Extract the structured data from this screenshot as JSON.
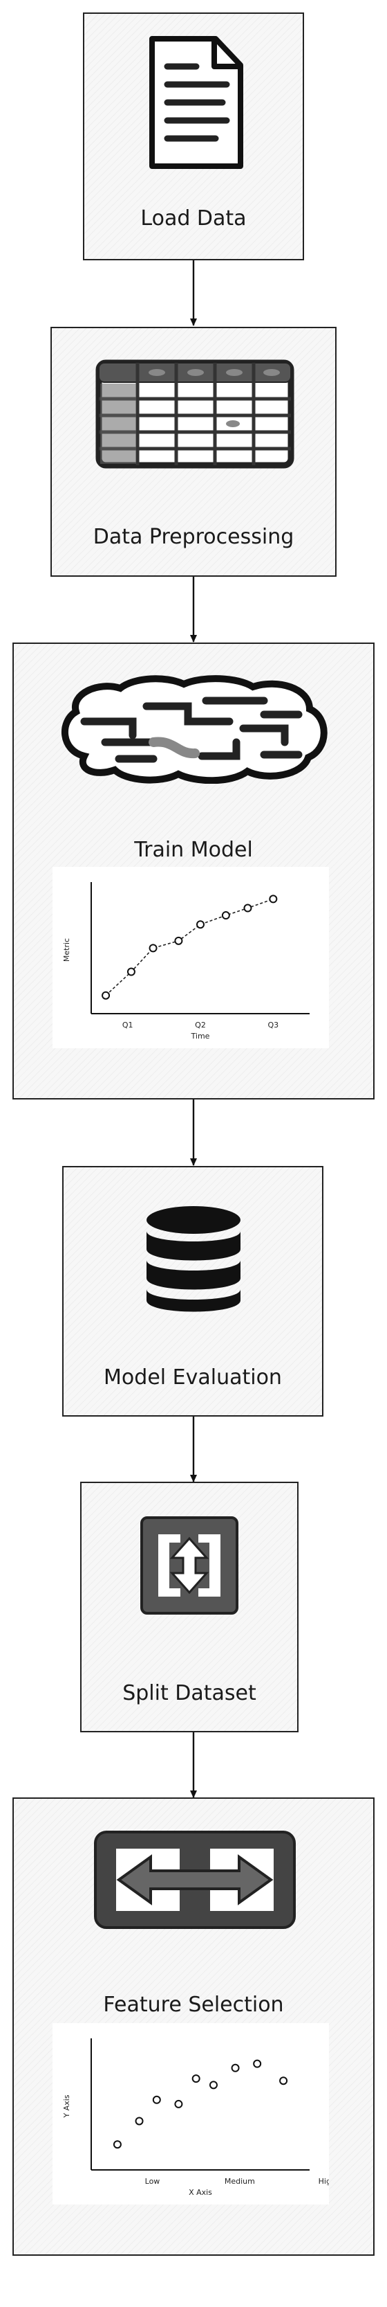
{
  "steps": [
    {
      "label": "Load Data",
      "icon": "document-icon"
    },
    {
      "label": "Data Preprocessing",
      "icon": "spreadsheet-icon"
    },
    {
      "label": "Train Model",
      "icon": "brain-icon"
    },
    {
      "label": "Model Evaluation",
      "icon": "database-icon"
    },
    {
      "label": "Split Dataset",
      "icon": "vertical-arrows-icon"
    },
    {
      "label": "Feature Selection",
      "icon": "horizontal-arrows-icon"
    }
  ],
  "chart_data": [
    {
      "type": "line",
      "categories": [
        "Q1",
        "Q2",
        "Q3"
      ],
      "x": [
        0.7,
        1.05,
        1.35,
        1.7,
        2.0,
        2.35,
        2.65,
        3.0
      ],
      "y": [
        1.0,
        2.3,
        3.6,
        4.0,
        4.9,
        5.4,
        5.8,
        6.3
      ],
      "xlabel": "Time",
      "ylabel": "Metric",
      "xlim": [
        0.5,
        3.5
      ],
      "ylim": [
        0,
        7
      ],
      "grid": false
    },
    {
      "type": "scatter",
      "categories": [
        "Low",
        "Medium",
        "High"
      ],
      "x": [
        0.6,
        0.85,
        1.05,
        1.3,
        1.5,
        1.7,
        1.95,
        2.2,
        2.5
      ],
      "y": [
        1.2,
        2.3,
        3.3,
        3.1,
        4.3,
        4.0,
        4.8,
        5.0,
        4.2
      ],
      "xlabel": "X Axis",
      "ylabel": "Y Axis",
      "xlim": [
        0.3,
        2.8
      ],
      "ylim": [
        0,
        6
      ],
      "grid": false
    }
  ],
  "colors": {
    "stroke": "#222222",
    "box_fill": "#f7f7f7",
    "chart_bg": "#ffffff"
  }
}
